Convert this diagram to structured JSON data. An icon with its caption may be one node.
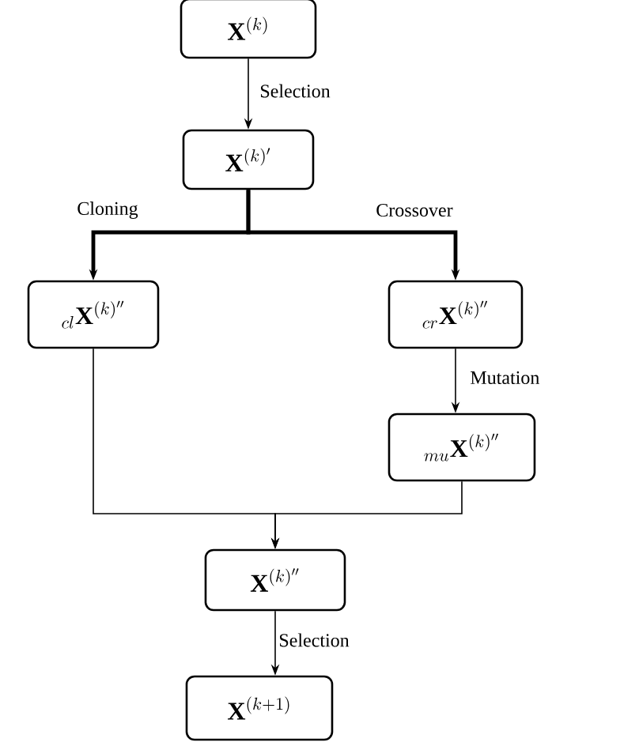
{
  "diagram": {
    "nodes": [
      {
        "text": [
          "\\mathbf{X}^{(k)}"
        ]
      },
      {
        "text": [
          "\\mathbf{X}^{(k)'}"
        ]
      },
      {
        "text": [
          "{}_{cl}\\mathbf{X}^{(k)''}"
        ]
      },
      {
        "text": [
          "{}_{cr}\\mathbf{X}^{(k)''}"
        ]
      },
      {
        "text": [
          "{}_{mu}\\mathbf{X}^{(k)''}"
        ]
      },
      {
        "text": [
          "\\mathbf{X}^{(k)''}"
        ]
      },
      {
        "text": [
          "\\mathbf{X}^{(k+1)}"
        ]
      }
    ],
    "edges": [
      {
        "from": 0,
        "to": 1,
        "arrow": "to",
        "label": "Selection"
      },
      {
        "from": 1,
        "to": 2,
        "arrow": "to",
        "label": "Cloning",
        "style": "thick"
      },
      {
        "from": 1,
        "to": 3,
        "arrow": "to",
        "label": "Crossover",
        "style": "thick"
      },
      {
        "from": 3,
        "to": 4,
        "arrow": "to",
        "label": "Mutation"
      },
      {
        "from": 2,
        "to": 5,
        "arrow": "to"
      },
      {
        "from": 4,
        "to": 5,
        "arrow": "to"
      },
      {
        "from": 5,
        "to": 6,
        "arrow": "to",
        "label": "Selection"
      }
    ]
  }
}
